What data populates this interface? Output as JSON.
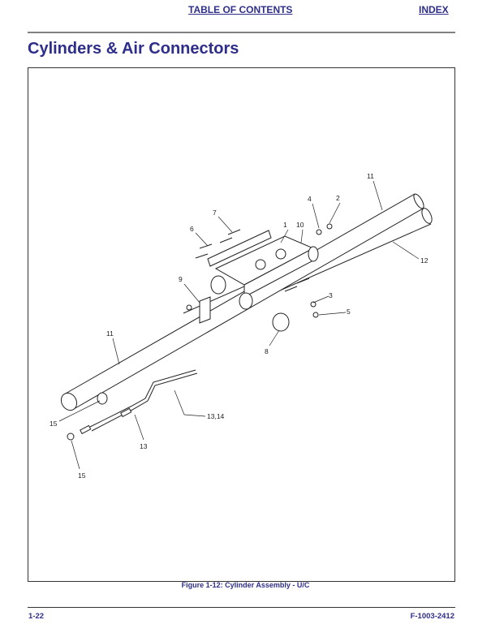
{
  "header": {
    "toc_link": "TABLE OF CONTENTS",
    "index_link": "INDEX"
  },
  "page_title": "Cylinders & Air Connectors",
  "figure": {
    "caption": "Figure 1-12:   Cylinder Assembly - U/C",
    "callouts": [
      "11",
      "4",
      "2",
      "7",
      "6",
      "1",
      "10",
      "12",
      "9",
      "3",
      "5",
      "8",
      "11",
      "15",
      "13,14",
      "13",
      "15"
    ]
  },
  "footer": {
    "page_number": "1-22",
    "doc_number": "F-1003-2412"
  },
  "colors": {
    "brand": "#2e2e8a"
  }
}
